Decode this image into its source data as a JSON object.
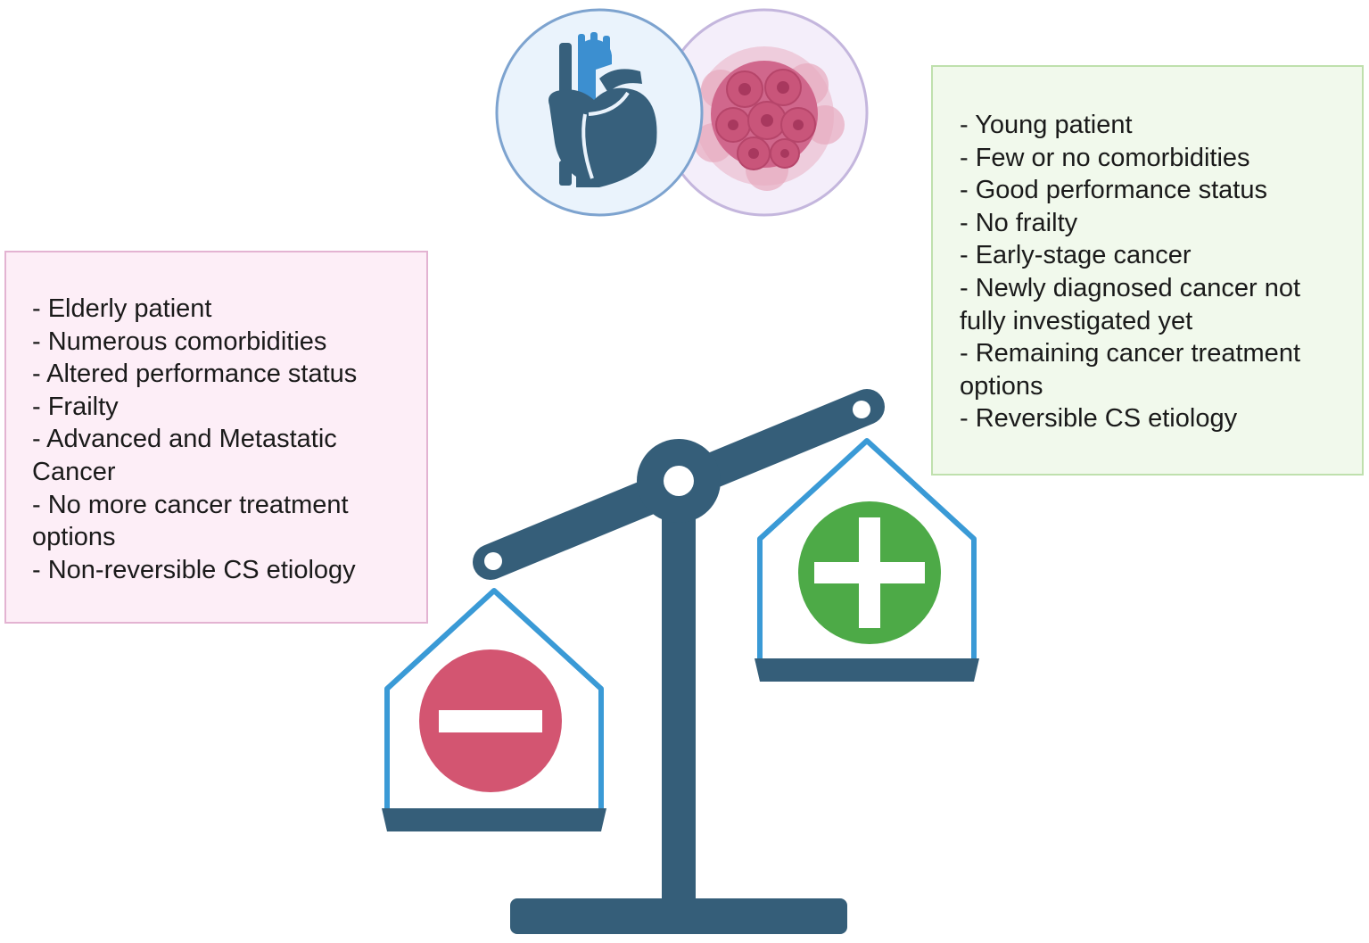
{
  "colors": {
    "scale": "#355e79",
    "pan_outline": "#3a9ad6",
    "minus": "#d35571",
    "plus": "#4daa47",
    "left_box_fill": "#fdeef7",
    "left_box_border": "#e3b3d2",
    "right_box_fill": "#f1f9ec",
    "right_box_border": "#bfe0ad",
    "heart": "#37607c",
    "heart_vessels": "#3c8fd0",
    "tumor": "#c9557a"
  },
  "icons": {
    "heart": "heart-icon",
    "tumor": "cancer-cells-icon",
    "minus": "minus-icon",
    "plus": "plus-icon",
    "scale": "balance-scale-icon"
  },
  "against": {
    "items": [
      "- Elderly patient",
      "- Numerous comorbidities",
      "- Altered performance status",
      "- Frailty",
      "- Advanced and Metastatic Cancer",
      "- No more cancer treatment options",
      "- Non-reversible CS etiology"
    ]
  },
  "favor": {
    "items": [
      "- Young patient",
      "- Few or no comorbidities",
      "- Good performance status",
      "- No frailty",
      "- Early-stage cancer",
      "- Newly diagnosed cancer not fully investigated yet",
      "- Remaining cancer treatment options",
      "- Reversible CS etiology"
    ]
  }
}
